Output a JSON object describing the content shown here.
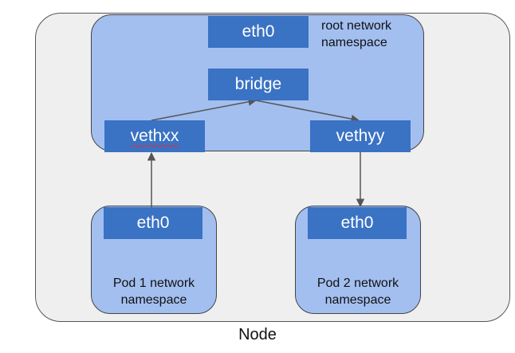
{
  "node": {
    "label": "Node"
  },
  "root_namespace": {
    "label_line1": "root network",
    "label_line2": "namespace",
    "eth0": "eth0",
    "bridge": "bridge",
    "veth_left": "vethxx",
    "veth_right": "vethyy"
  },
  "pod1": {
    "eth0": "eth0",
    "label_line1": "Pod 1 network",
    "label_line2": "namespace"
  },
  "pod2": {
    "eth0": "eth0",
    "label_line1": "Pod 2 network",
    "label_line2": "namespace"
  },
  "colors": {
    "node_bg": "#efefef",
    "namespace_bg": "#a3bff0",
    "interface_bg": "#3a72c4",
    "arrow": "#555555"
  }
}
